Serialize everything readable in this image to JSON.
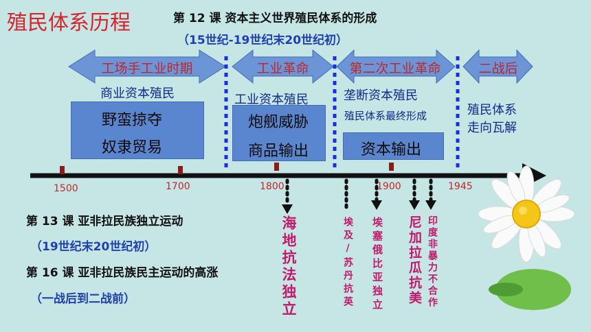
{
  "title": "殖民体系历程",
  "lesson12": {
    "title": "第 12 课  资本主义世界殖民体系的形成",
    "range": "（15世纪-19世纪末20世纪初）"
  },
  "periods": [
    {
      "label": "工场手工业时期"
    },
    {
      "label": "工业革命"
    },
    {
      "label": "第二次工业革命"
    },
    {
      "label": "二战后"
    }
  ],
  "stages": {
    "merchant": {
      "heading": "商业资本殖民",
      "items": [
        "野蛮掠夺",
        "奴隶贸易"
      ]
    },
    "industrial": {
      "heading": "工业资本殖民",
      "items": [
        "炮舰威胁",
        "商品输出"
      ]
    },
    "monopoly": {
      "heading": "垄断资本殖民",
      "sub": "殖民体系最终形成",
      "items": [
        "资本输出"
      ]
    },
    "postwar": {
      "line1": "殖民体系",
      "line2": "走向瓦解"
    }
  },
  "years": [
    "1500",
    "1700",
    "1800",
    "1900",
    "1945"
  ],
  "lesson13": {
    "title": "第 13 课  亚非拉民族独立运动",
    "range": "（19世纪末20世纪初）"
  },
  "lesson16": {
    "title": "第 16 课  亚非拉民族民主运动的高涨",
    "range": "（一战后到二战前）"
  },
  "events": [
    "海地抗法独立",
    "埃及/苏丹抗英",
    "埃塞俄比亚独立",
    "尼加拉瓜抗美",
    "印度非暴力不合作"
  ],
  "colors": {
    "background": "#c6e6e6",
    "arrow_fill": "#6b95d6",
    "box_fill": "#5a86cf",
    "accent_red": "#c0262b",
    "event_magenta": "#c2186b",
    "divider_blue": "#1a2fe0"
  }
}
